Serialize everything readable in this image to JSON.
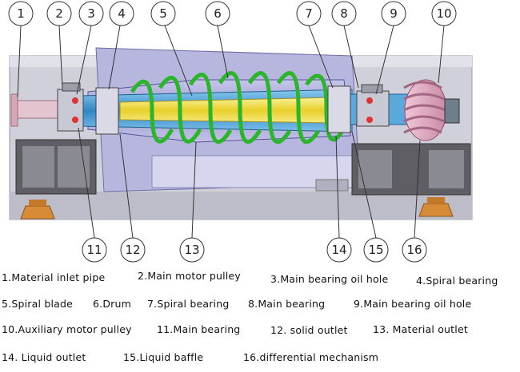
{
  "callouts": [
    "1",
    "2",
    "3",
    "4",
    "5",
    "6",
    "7",
    "8",
    "9",
    "10",
    "11",
    "12",
    "13",
    "14",
    "15",
    "16"
  ],
  "legend": {
    "row1": [
      "1.Material inlet pipe",
      "2.Main motor pulley",
      "3.Main bearing oil hole",
      "4.Spiral bearing"
    ],
    "row2": [
      "5.Spiral blade",
      "6.Drum",
      "7.Spiral bearing",
      "8.Main bearing",
      "9.Main bearing oil hole"
    ],
    "row3": [
      "10.Auxiliary motor pulley",
      "11.Main bearing",
      "12. solid outlet",
      "13. Material outlet"
    ],
    "row4": [
      "14. Liquid outlet",
      "15.Liquid baffle",
      "16.differential mechanism"
    ]
  },
  "colors": {
    "housing": "#c9c9d3",
    "bowl": "#a9a8d6",
    "shaft": "#4fa3d8",
    "spiral": "#3ec93a",
    "core": "#f1e04a",
    "pulley": "#e3a7bf",
    "feet": "#d88b36"
  }
}
